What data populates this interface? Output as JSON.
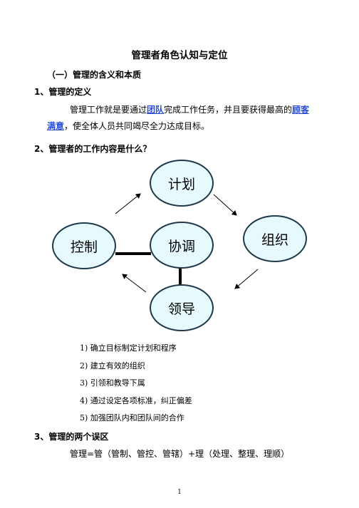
{
  "title": "管理者角色认知与定位",
  "section1": "（一）管理的含义和本质",
  "sub1": "1、管理的定义",
  "def": {
    "p1_pre": "管理工作就是要通过",
    "link1": "团队",
    "p1_mid": "完成工作任务，并且要获得最高的",
    "link2a": "顾客",
    "link2b": "满意",
    "p2_post": "，使全体人员共同竭尽全力达成目标。"
  },
  "sub2": "2、管理者的工作内容是什么？",
  "diagram": {
    "plan": "计划",
    "organize": "组织",
    "coordinate": "协调",
    "control": "控制",
    "lead": "领导"
  },
  "items": [
    "1)  确立目标制定计划和程序",
    "2)  建立有效的组织",
    "3)  引领和教导下属",
    "4)  通过设定各项标准，纠正偏差",
    "5)  加强团队内和团队间的合作"
  ],
  "sub3": "3、管理的两个误区",
  "misconception": "管理=管（管制、管控、管辖）+理（处理、整理、理顺）",
  "page_number": "1"
}
